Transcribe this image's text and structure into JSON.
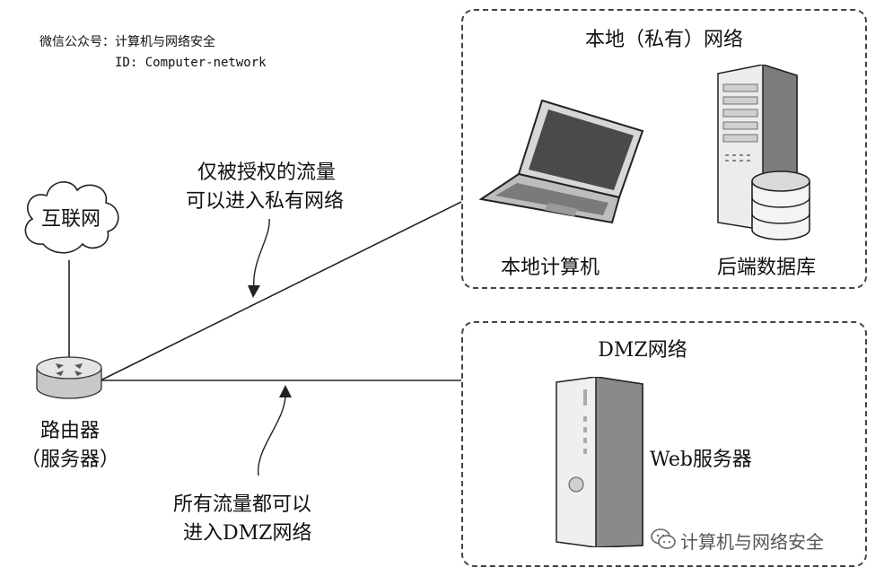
{
  "header": {
    "account": "微信公众号：计算机与网络安全",
    "id": "ID: Computer-network"
  },
  "nodes": {
    "internet": "互联网",
    "router_line1": "路由器",
    "router_line2": "（服务器）",
    "local_network_title": "本地（私有）网络",
    "local_computer": "本地计算机",
    "backend_db": "后端数据库",
    "dmz_title": "DMZ网络",
    "web_server": "Web服务器"
  },
  "notes": {
    "authorized_line1": "仅被授权的流量",
    "authorized_line2": "可以进入私有网络",
    "all_line1": "所有流量都可以",
    "all_line2": "进入DMZ网络"
  },
  "watermark": "计算机与网络安全",
  "icons": {
    "cloud": "cloud-icon",
    "router": "router-icon",
    "laptop": "laptop-icon",
    "tower_server": "tower-server-icon",
    "database": "database-icon",
    "web_server": "web-server-icon",
    "wechat": "wechat-icon"
  }
}
